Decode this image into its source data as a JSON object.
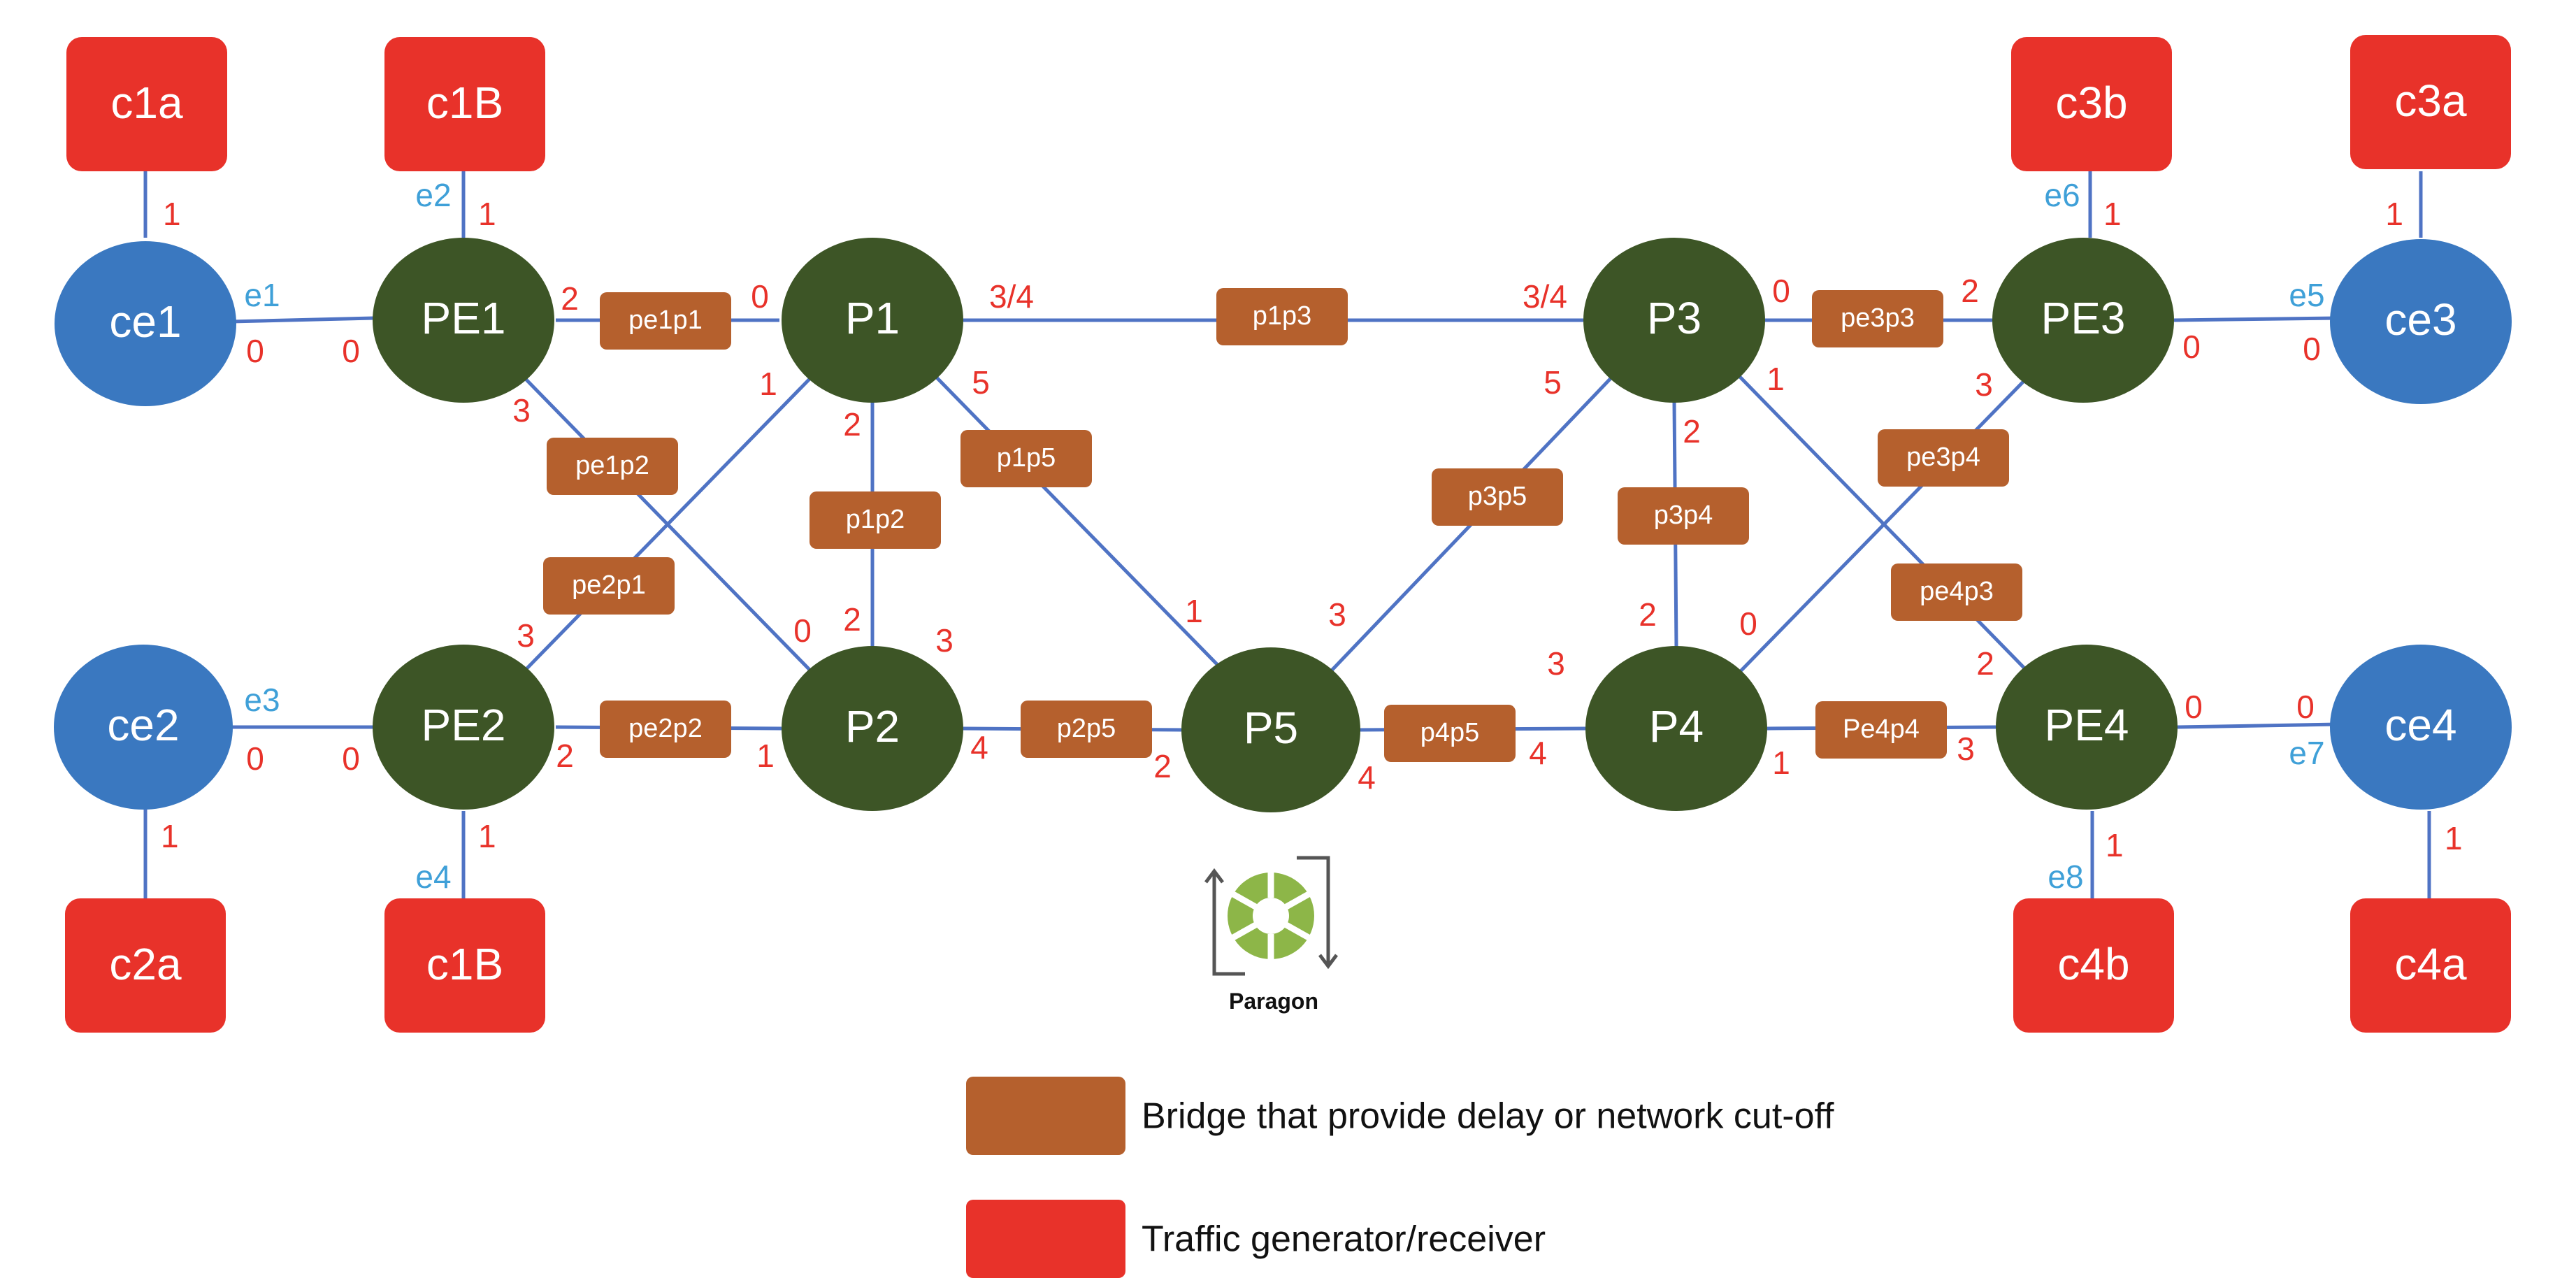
{
  "colors": {
    "link": "#4f73c4",
    "ce": "#3a78c0",
    "router": "#3d5526",
    "bridge": "#b5602d",
    "traffic": "#e8322a",
    "port_label": "#e8322a",
    "eth_label": "#3fa0d8",
    "paragon_green": "#8db648"
  },
  "nodes": {
    "ce1": "ce1",
    "ce2": "ce2",
    "ce3": "ce3",
    "ce4": "ce4",
    "pe1": "PE1",
    "pe2": "PE2",
    "pe3": "PE3",
    "pe4": "PE4",
    "p1": "P1",
    "p2": "P2",
    "p3": "P3",
    "p4": "P4",
    "p5": "P5"
  },
  "generators": {
    "c1a": "c1a",
    "c1b_top": "c1B",
    "c3b": "c3b",
    "c3a": "c3a",
    "c2a": "c2a",
    "c1b_bottom": "c1B",
    "c4b": "c4b",
    "c4a": "c4a"
  },
  "bridges": {
    "pe1p1": "pe1p1",
    "p1p3": "p1p3",
    "pe3p3": "pe3p3",
    "pe1p2": "pe1p2",
    "p1p2": "p1p2",
    "p1p5": "p1p5",
    "p3p5": "p3p5",
    "p3p4": "p3p4",
    "pe3p4": "pe3p4",
    "pe2p1": "pe2p1",
    "pe4p3": "pe4p3",
    "pe2p2": "pe2p2",
    "p2p5": "p2p5",
    "p4p5": "p4p5",
    "pe4p4": "Pe4p4"
  },
  "ports": {
    "ce1_c1a": "1",
    "pe1_c1b": "1",
    "pe3_c3b": "1",
    "ce3_c3a": "1",
    "ce1_pe1": "0",
    "pe1_ce1": "0",
    "pe1_p1": "2",
    "p1_pe1": "0",
    "p1_p3": "3/4",
    "p3_p1": "3/4",
    "p3_pe3": "0",
    "pe3_p3": "2",
    "pe3_ce3": "0",
    "ce3_pe3": "0",
    "pe1_p2": "3",
    "p1_pe2": "1",
    "p1_p2": "2",
    "p1_p5": "5",
    "p3_p5": "5",
    "p3_p4": "2",
    "p3_pe4": "1",
    "pe3_p4": "3",
    "p5_p1": "1",
    "p5_p3": "3",
    "p4_p3": "2",
    "p4_pe3": "0",
    "pe2_p1": "3",
    "p2_pe1": "0",
    "p2_p1": "2",
    "p2_p5_up": "3",
    "pe4_p3": "2",
    "p4_p5": "3",
    "ce2_pe2": "0",
    "pe2_ce2": "0",
    "pe2_p2": "2",
    "p2_pe2": "1",
    "p2_p5": "4",
    "p5_p2": "2",
    "p5_p4": "4",
    "p4_p5b": "4",
    "p4_pe4": "1",
    "pe4_p4": "3",
    "pe4_ce4": "0",
    "ce4_pe4": "0",
    "ce2_c2a": "1",
    "pe2_c1b": "1",
    "pe4_c4b": "1",
    "ce4_c4a": "1"
  },
  "eth": {
    "e1": "e1",
    "e2": "e2",
    "e3": "e3",
    "e4": "e4",
    "e5": "e5",
    "e6": "e6",
    "e7": "e7",
    "e8": "e8"
  },
  "logo": {
    "label": "Paragon"
  },
  "legend": {
    "bridge": "Bridge that provide delay or network cut-off",
    "traffic": "Traffic generator/receiver"
  }
}
